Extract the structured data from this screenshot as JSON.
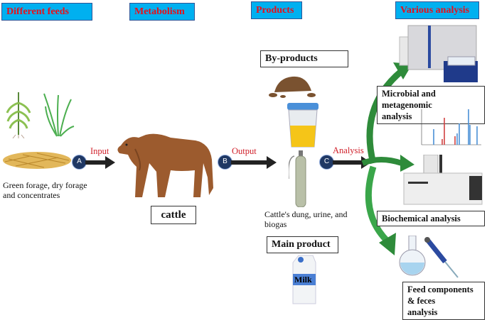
{
  "headers": {
    "feeds": "Different feeds",
    "metabolism": "Metabolism",
    "products": "Products",
    "analysis": "Various analysis"
  },
  "feeds": {
    "caption_line1": "Green forage, dry forage",
    "caption_line2": "and concentrates"
  },
  "steps": [
    {
      "badge": "A",
      "label": "Input"
    },
    {
      "badge": "B",
      "label": "Output"
    },
    {
      "badge": "C",
      "label": "Analysis"
    }
  ],
  "animal": {
    "label": "cattle"
  },
  "products": {
    "by_products_label": "By-products",
    "by_products_caption_line1": "Cattle's dung, urine, and",
    "by_products_caption_line2": "biogas",
    "main_product_label": "Main product",
    "milk_text": "Milk"
  },
  "analyses": [
    {
      "label_line1": "Microbial and metagenomic",
      "label_line2": "analysis"
    },
    {
      "label_line1": "Biochemical analysis",
      "label_line2": ""
    },
    {
      "label_line1": "Feed components & feces",
      "label_line2": "analysis"
    }
  ],
  "colors": {
    "header_bg": "#00b0f0",
    "header_text": "#e8101a",
    "badge": "#1f3864",
    "arrow_green": "#2e8b3a",
    "step_label": "#d0202a"
  }
}
